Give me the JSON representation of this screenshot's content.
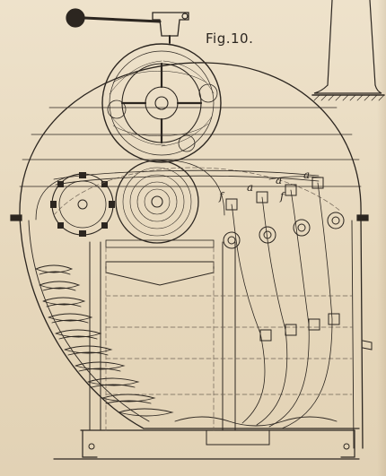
{
  "figure": {
    "label": "Fig.10.",
    "letters": [
      "a",
      "a",
      "a",
      "f",
      "f"
    ]
  },
  "colors": {
    "paper": "#e9dcc3",
    "ink": "#2c2620",
    "dashed": "#6f6356"
  }
}
